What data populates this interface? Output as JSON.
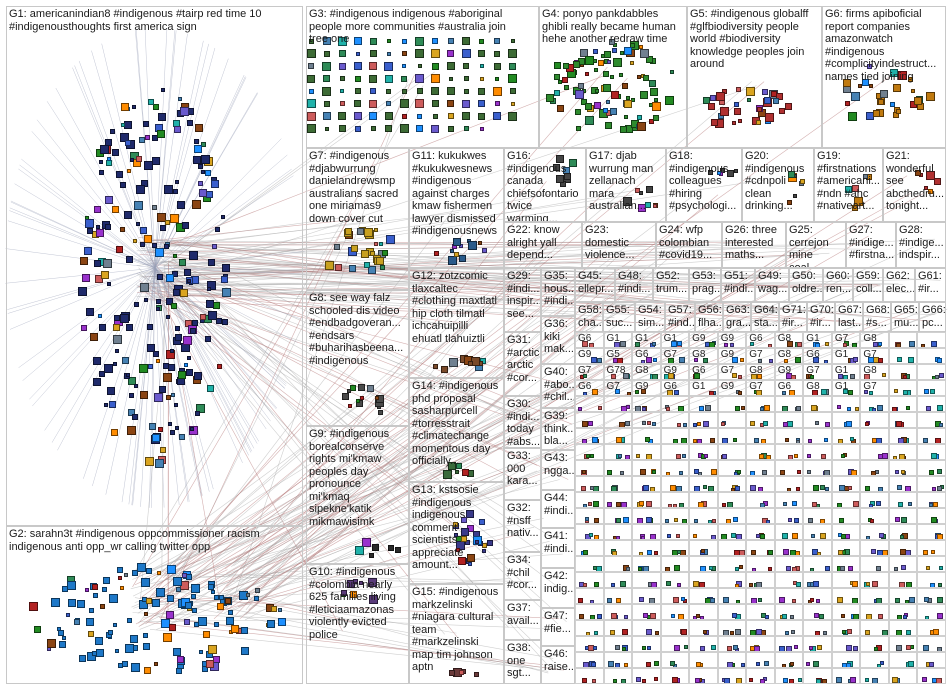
{
  "groups": [
    {
      "id": "G1",
      "label": "G1: americanindian8 #indigenous #tairp red time 10\n#indigenousthoughts first america sign"
    },
    {
      "id": "G2",
      "label": "G2: sarahn3t #indigenous oppcommissioner racism\nindigenous anti opp_wr calling twitter opp"
    },
    {
      "id": "G3",
      "label": "G3: #indigenous indigenous #aboriginal\npeople more communities #australia join\ntree one"
    },
    {
      "id": "G4",
      "label": "G4: ponyo pankdabbles\nghibli really became human\nhehe another redraw time"
    },
    {
      "id": "G5",
      "label": "G5: #indigenous globalff\n#glfbiodiversity people\nworld #biodiversity\nknowledge peoples join\naround"
    },
    {
      "id": "G6",
      "label": "G6: firms apiboficial\nreport companies\namazonwatch\n#indigenous\n#complicityindestruct...\nnames tied joining"
    },
    {
      "id": "G7",
      "label": "G7: #indigenous\n#djabwurrung\ndanielandrewsmp\naustralians sacred\none miriamas9\ndown cover cut"
    },
    {
      "id": "G8",
      "label": "G8: see way falz\nschooled dis video\n#endbadgoveran...\n#endsars\n#buharihasbeena...\n#indigenous"
    },
    {
      "id": "G9",
      "label": "G9: #indigenous\nborealconserve\nrights mi'kmaw\npeoples day\npronounce\nmi'kmaq\nsipekne'katik\nmikmawisimk"
    },
    {
      "id": "G10",
      "label": "G10: #indigenous\n#colombia nearly\n625 families living\n#leticiaamazonas\nviolently evicted\npolice"
    },
    {
      "id": "G11",
      "label": "G11: kukukwes\n#kukukwesnews\n#indigenous\nagainst charges\nkmaw fishermen\nlawyer dismissed\n#indigenousnews"
    },
    {
      "id": "G12",
      "label": "G12: zotzcomic\ntlaxcaltec\n#clothing maxtlatl\nhip cloth tilmatl\nichcahuipilli\nehuatl tlahuiztli"
    },
    {
      "id": "G13",
      "label": "G13: kstsosie\n#indigenous\nindigenous\ncomment\nscientists\nappreciate\namount..."
    },
    {
      "id": "G14",
      "label": "G14: #indigenous\nphd proposal\nsasharpurcell\n#torresstrait\n#climatechange\nmomentous day\nofficially..."
    },
    {
      "id": "G15",
      "label": "G15: #indigenous\nmarkzelinski\n#niagara cultural\nteam\n#markzelinski\nmap tim johnson\naptn"
    },
    {
      "id": "G16",
      "label": "G16:\n#indigenous\ncanada\nchiefsofontario\ntwice warming..."
    },
    {
      "id": "G17",
      "label": "G17: djab\nwurrung man\nzellanach\nmara\naustralian..."
    },
    {
      "id": "G18",
      "label": "G18:\n#indigenous\ncolleagues\n#hiring\n#psychologi..."
    },
    {
      "id": "G19",
      "label": "G19:\n#firstnations\n#americani...\n#ndn #ahc\n#nativeart..."
    },
    {
      "id": "G20",
      "label": "G20:\n#indigenous\n#cdnpoli\nclean\ndrinking..."
    },
    {
      "id": "G21",
      "label": "G21:\nwonderful\nsee\nabcthedru...\ntonight..."
    },
    {
      "id": "G22",
      "label": "G22: know\nalright yall\ndepend..."
    },
    {
      "id": "G23",
      "label": "G23:\ndomestic\nviolence..."
    },
    {
      "id": "G24",
      "label": "G24: wfp\ncolombian\n#covid19..."
    },
    {
      "id": "G25",
      "label": "G25:\ncerrejon\nmine coal..."
    },
    {
      "id": "G26",
      "label": "G26: three\ninterested\nmaths..."
    },
    {
      "id": "G27",
      "label": "G27:\n#indige...\n#firstna..."
    },
    {
      "id": "G28",
      "label": "G28:\n#indige...\nindspir..."
    },
    {
      "id": "G29",
      "label": "G29:\n#indi...\ninspir...\nsee..."
    },
    {
      "id": "G30",
      "label": "G30:\n#indi...\ntoday\n#abs..."
    },
    {
      "id": "G31",
      "label": "G31:\n#arctic\narctic\n#cor..."
    },
    {
      "id": "G32",
      "label": "G32:\n#nsff\nnativ..."
    },
    {
      "id": "G33",
      "label": "G33:\n000\nkara..."
    },
    {
      "id": "G34",
      "label": "G34:\n#chil\n#cor..."
    },
    {
      "id": "G35",
      "label": "G35:\nhous...\n#indi..."
    },
    {
      "id": "G36",
      "label": "G36:\nkiki\nmak..."
    },
    {
      "id": "G37",
      "label": "G37:\navail..."
    },
    {
      "id": "G38",
      "label": "G38:\none\nsgt..."
    },
    {
      "id": "G39",
      "label": "G39:\nthink...\nbla..."
    },
    {
      "id": "G40",
      "label": "G40:\n#abo...\n#chil..."
    },
    {
      "id": "G41",
      "label": "G41:\n#indi..."
    },
    {
      "id": "G42",
      "label": "G42:\nindig..."
    },
    {
      "id": "G43",
      "label": "G43:\nngga..."
    },
    {
      "id": "G44",
      "label": "G44:\n#indi..."
    },
    {
      "id": "G45",
      "label": "G45:\nellepr..."
    },
    {
      "id": "G46",
      "label": "G46:\nraise..."
    },
    {
      "id": "G47",
      "label": "G47:\n#fie..."
    },
    {
      "id": "G48",
      "label": "G48:\n#indi..."
    },
    {
      "id": "G49",
      "label": "G49:\nwag..."
    },
    {
      "id": "G50",
      "label": "G50:\noldre..."
    },
    {
      "id": "G51",
      "label": "G51:\n#indi..."
    },
    {
      "id": "G52",
      "label": "G52:\ntrum..."
    },
    {
      "id": "G53",
      "label": "G53:\nprag..."
    },
    {
      "id": "G54",
      "label": "G54:\nsim..."
    },
    {
      "id": "G55",
      "label": "G55:\nsuc..."
    },
    {
      "id": "G56",
      "label": "G56:\nflha..."
    },
    {
      "id": "G57",
      "label": "G57:\n#ind..."
    },
    {
      "id": "G58",
      "label": "G58:\ncha..."
    },
    {
      "id": "G59",
      "label": "G59:\ncoll..."
    },
    {
      "id": "G60",
      "label": "G60:\nren..."
    },
    {
      "id": "G61",
      "label": "G61:\n#ir..."
    },
    {
      "id": "G62",
      "label": "G62:\nelec..."
    },
    {
      "id": "G63",
      "label": "G63:\ngra..."
    },
    {
      "id": "G64",
      "label": "G64:\nsta..."
    },
    {
      "id": "G65",
      "label": "G65:\nmu..."
    },
    {
      "id": "G66",
      "label": "G66:\npc..."
    },
    {
      "id": "G67",
      "label": "G67:\nlast..."
    },
    {
      "id": "G68",
      "label": "G68:\n#s..."
    },
    {
      "id": "G70",
      "label": "G70:\n#ir..."
    },
    {
      "id": "G71",
      "label": "G71:\n#ir..."
    }
  ],
  "small_group_labels": [
    "G6",
    "G1",
    "G1",
    "G1",
    "G9",
    "G9",
    "G6",
    "G8",
    "G1",
    "G7",
    "G8",
    "G9",
    "G5",
    "G6",
    "G7",
    "G8",
    "G9",
    "G7",
    "G8",
    "G6",
    "G1",
    "G7",
    "G7",
    "G78",
    "G8",
    "G9",
    "G6",
    "G7",
    "G8",
    "G9",
    "G7",
    "G1",
    "G8",
    "G6",
    "G7",
    "G9",
    "G6",
    "G1",
    "G9",
    "G7",
    "G6",
    "G8",
    "G1",
    "G7"
  ],
  "colors": {
    "G1": "#1f2a6b",
    "G2": "#1e78c8",
    "G3": "#3d6b35",
    "G4": "#2e8b2e",
    "G5": "#b03030",
    "G6": "#c07a10",
    "G7": "#c8a020",
    "G8": "#4a4a4a",
    "G9": "#2a2a2a",
    "G10": "#5a3a7a",
    "G11": "#2a5a8a",
    "G12": "#7a4a2a",
    "G13": "#3a3a8a",
    "G14": "#3a6a3a",
    "G15": "#6a3a3a",
    "edge": "#b07070"
  }
}
